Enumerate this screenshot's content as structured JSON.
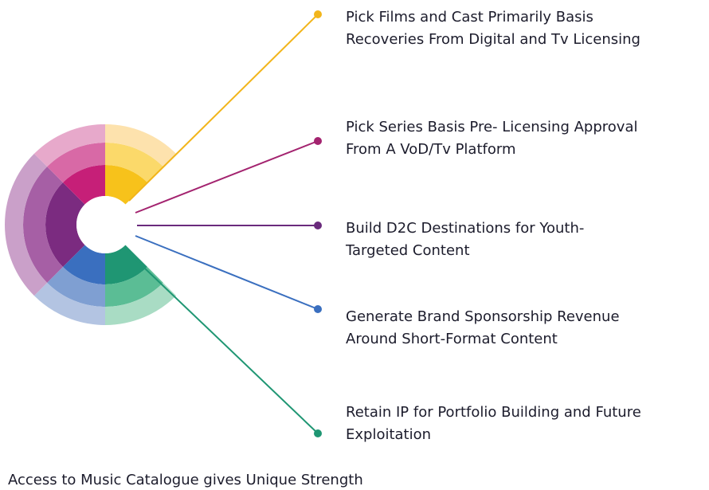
{
  "strategies": [
    {
      "label": "Pick Films and Cast Primarily Basis\nRecoveries From Digital and Tv Licensing",
      "color": "#f2b51b"
    },
    {
      "label": "Pick Series Basis Pre- Licensing Approval\nFrom A VoD/Tv Platform",
      "color": "#a3236f"
    },
    {
      "label": "Build D2C Destinations for Youth-\nTargeted Content",
      "color": "#6a2a7c"
    },
    {
      "label": "Generate Brand Sponsorship Revenue\nAround Short-Format Content",
      "color": "#3a6fbf"
    },
    {
      "label": "Retain IP for Portfolio Building and Future\nExploitation",
      "color": "#1f9673"
    }
  ],
  "footer": {
    "text": "Access to Music Catalogue gives Unique Strength"
  },
  "wheel": {
    "segments": [
      {
        "name": "yellow",
        "colors": [
          "#f7c21b",
          "#fbd96a",
          "#fde2ad"
        ]
      },
      {
        "name": "green",
        "colors": [
          "#1f9673",
          "#5bbd95",
          "#a9dcc4"
        ]
      },
      {
        "name": "blue",
        "colors": [
          "#3a6fbf",
          "#7f9fd2",
          "#b3c4e2"
        ]
      },
      {
        "name": "purple-low",
        "colors": [
          "#7b2b80",
          "#a65fa5",
          "#caa0c9"
        ]
      },
      {
        "name": "purple-high",
        "colors": [
          "#7b2b80",
          "#a65fa5",
          "#caa0c9"
        ]
      },
      {
        "name": "magenta",
        "colors": [
          "#c61f78",
          "#d869a6",
          "#e7a9cb"
        ]
      }
    ]
  }
}
